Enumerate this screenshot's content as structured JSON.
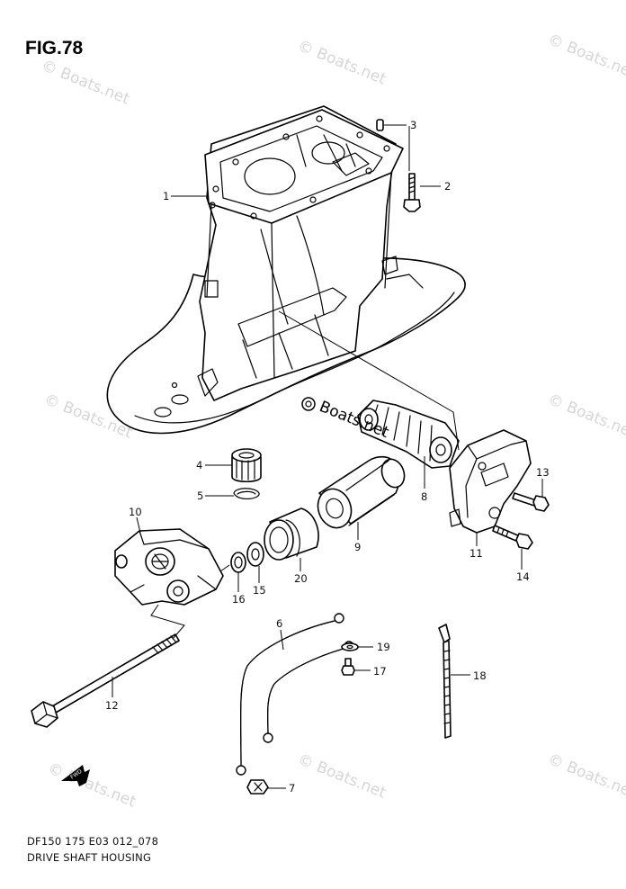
{
  "figure": {
    "title": "FIG.78",
    "code": "DF150 175 E03 012_078",
    "name": "DRIVE SHAFT HOUSING"
  },
  "watermark": {
    "text": "Boats.net",
    "symbol": "©"
  },
  "parts": [
    {
      "id": "1"
    },
    {
      "id": "2"
    },
    {
      "id": "3"
    },
    {
      "id": "4"
    },
    {
      "id": "5"
    },
    {
      "id": "6"
    },
    {
      "id": "7"
    },
    {
      "id": "8"
    },
    {
      "id": "9"
    },
    {
      "id": "10"
    },
    {
      "id": "11"
    },
    {
      "id": "12"
    },
    {
      "id": "13"
    },
    {
      "id": "14"
    },
    {
      "id": "15"
    },
    {
      "id": "16"
    },
    {
      "id": "17"
    },
    {
      "id": "18"
    },
    {
      "id": "19"
    },
    {
      "id": "20"
    }
  ],
  "fwd_icon": {
    "label": "FWD",
    "name": "fwd-arrow-icon"
  },
  "colors": {
    "line": "#000000",
    "background": "#ffffff",
    "watermark": "#d6d6d6"
  }
}
